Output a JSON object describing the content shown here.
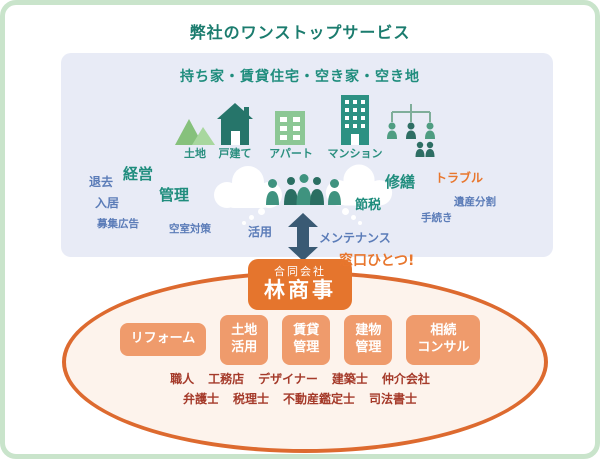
{
  "title": "弊社のワンストップサービス",
  "panel": {
    "heading": "持ち家・賃貸住宅・空き家・空き地",
    "properties": [
      "土地",
      "戸建て",
      "アパート",
      "マンション"
    ],
    "keywords": {
      "taikyo": "退去",
      "keiei": "経営",
      "kanri": "管理",
      "nyukyo": "入居",
      "boshukoku": "募集広告",
      "kushitsu": "空室対策",
      "katsuyo": "活用",
      "maintenance": "メンテナンス",
      "setsuzei": "節税",
      "shuzen": "修繕",
      "trouble": "トラブル",
      "isan": "遺産分割",
      "tetsuzuki": "手続き"
    }
  },
  "window_label": "窓口ひとつ!",
  "company": {
    "type": "合同会社",
    "name": "林商事"
  },
  "services": [
    "リフォーム",
    "土地\n活用",
    "賃貸\n管理",
    "建物\n管理",
    "相続\nコンサル"
  ],
  "partners": {
    "line1": [
      "職人",
      "工務店",
      "デザイナー",
      "建築士",
      "仲介会社"
    ],
    "line2": [
      "弁護士",
      "税理士",
      "不動産鑑定士",
      "司法書士"
    ]
  },
  "colors": {
    "teal_text": "#1f8d7d",
    "blue_text": "#5b7cb8",
    "orange_accent": "#e5752d",
    "dark_red_text": "#a53a2a",
    "panel_bg": "#e8ebf6",
    "outer_border_green": "#c9e4cb",
    "ellipse_border": "#dd6a2f",
    "service_box": "#ef9b6c"
  }
}
